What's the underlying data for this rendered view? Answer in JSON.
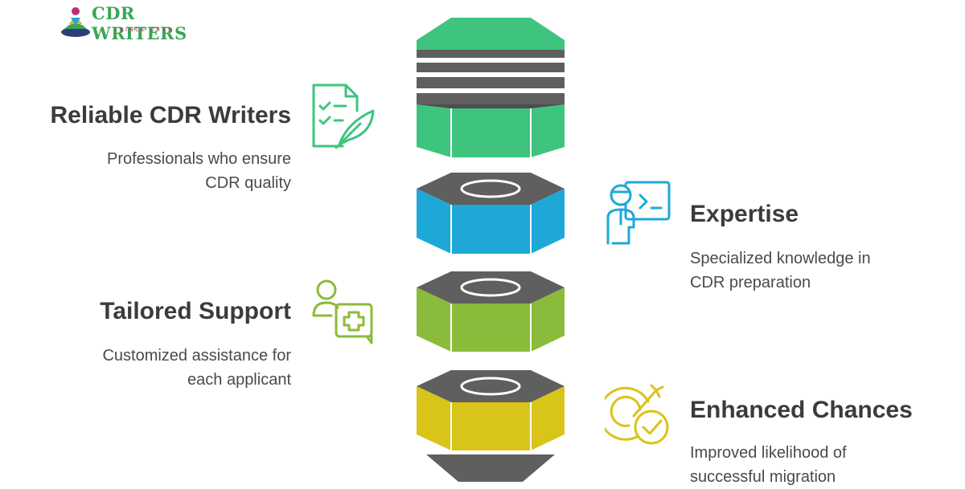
{
  "logo": {
    "brand": "CDR WRITERS",
    "tagline": "SINCE 2013"
  },
  "items": [
    {
      "title": "Reliable CDR Writers",
      "description_lines": [
        "Professionals who ensure",
        "CDR quality"
      ],
      "icon": "checklist-feather-icon",
      "color": "#3ec47f",
      "side": "left"
    },
    {
      "title": "Expertise",
      "description_lines": [
        "Specialized knowledge in",
        "CDR preparation"
      ],
      "icon": "expert-presentation-icon",
      "color": "#1ea8d8",
      "side": "right"
    },
    {
      "title": "Tailored Support",
      "description_lines": [
        "Customized assistance for",
        "each applicant"
      ],
      "icon": "user-support-plus-icon",
      "color": "#8bbb3a",
      "side": "left"
    },
    {
      "title": "Enhanced Chances",
      "description_lines": [
        "Improved likelihood of",
        "successful migration"
      ],
      "icon": "target-check-icon",
      "color": "#d9c41a",
      "side": "right"
    }
  ],
  "colors": {
    "green": "#3ec47f",
    "blue": "#1ea8d8",
    "olive": "#8bbb3a",
    "yellow": "#d9c41a",
    "gray": "#5f5f5f",
    "logo_green": "#3aa655",
    "logo_magenta": "#c02a7a"
  }
}
